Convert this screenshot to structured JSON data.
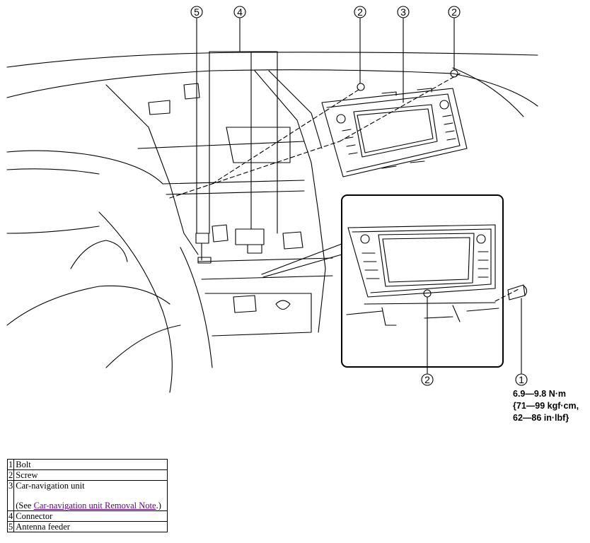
{
  "callouts": [
    {
      "id": "c1",
      "number": "1",
      "part": "Bolt"
    },
    {
      "id": "c2a",
      "number": "2",
      "part": "Screw"
    },
    {
      "id": "c2b",
      "number": "2",
      "part": "Screw"
    },
    {
      "id": "c2c",
      "number": "2",
      "part": "Screw"
    },
    {
      "id": "c3",
      "number": "3",
      "part": "Car-navigation unit"
    },
    {
      "id": "c4",
      "number": "4",
      "part": "Connector"
    },
    {
      "id": "c5",
      "number": "5",
      "part": "Antenna feeder"
    }
  ],
  "torque": {
    "line1": "6.9—9.8 N·m",
    "line2": "{71—99 kgf·cm,",
    "line3": "62—86 in·lbf}"
  },
  "legend": {
    "rows": [
      {
        "num": "1",
        "label": "Bolt"
      },
      {
        "num": "2",
        "label": "Screw"
      },
      {
        "num": "3",
        "label": "Car-navigation unit",
        "note_prefix": "(See ",
        "note_link": "Car-navigation unit Removal Note",
        "note_suffix": ".)"
      },
      {
        "num": "4",
        "label": "Connector"
      },
      {
        "num": "5",
        "label": "Antenna feeder"
      }
    ]
  },
  "colors": {
    "line": "#000000",
    "link": "#660099",
    "background": "#ffffff"
  }
}
